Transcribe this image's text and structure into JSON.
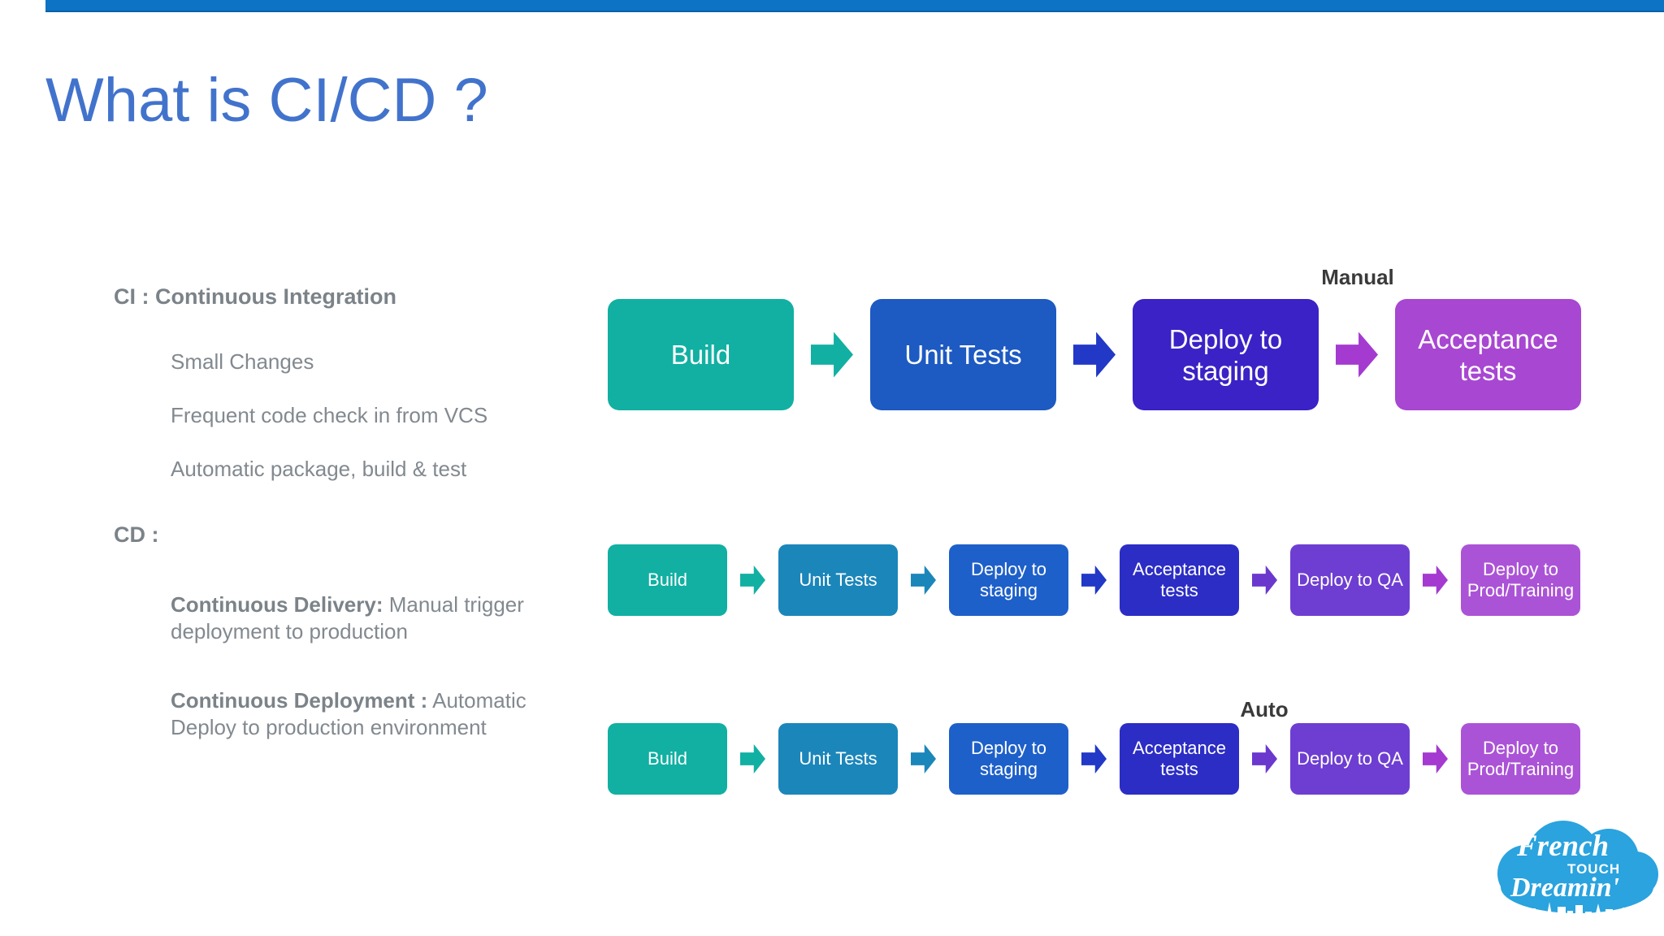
{
  "slide": {
    "title": "What is CI/CD ?"
  },
  "colors": {
    "top_bar": "#0d73c5",
    "title_text": "#4273cc",
    "body_text": "#82898f",
    "flow_label_text": "#3a3a3a",
    "teal": "#11b0a2",
    "royal_blue": "#1d5ac2",
    "arrow_dark_blue": "#2238c6",
    "indigo": "#3a22c6",
    "orchid": "#a847d2",
    "purple_arrow": "#a43ad0",
    "steel_blue": "#1b86ba",
    "bright_blue": "#1e60c9",
    "deep_indigo": "#2c2dc5",
    "violet_arrow": "#6b38ce",
    "violet": "#6e3ed2",
    "light_orchid": "#ab53d6",
    "logo_blue": "#2aa3de"
  },
  "left_panel": {
    "ci_heading": "CI : Continuous Integration",
    "ci_points": [
      "Small Changes",
      "Frequent code check in from VCS",
      "Automatic package, build & test"
    ],
    "cd_heading": "CD :",
    "cd_points": [
      {
        "bold": "Continuous Delivery:",
        "rest": " Manual trigger deployment to production"
      },
      {
        "bold": "Continuous Deployment :",
        "rest": " Automatic Deploy to production environment"
      }
    ]
  },
  "flow_labels": {
    "manual": "Manual",
    "auto": "Auto"
  },
  "rows": {
    "row1": {
      "steps": [
        {
          "label": "Build",
          "color": "#11b0a2"
        },
        {
          "label": "Unit Tests",
          "color": "#1d5ac2"
        },
        {
          "label": "Deploy to staging",
          "color": "#3a22c6"
        },
        {
          "label": "Acceptance tests",
          "color": "#a847d2"
        }
      ],
      "arrows": [
        "#11b0a2",
        "#2238c6",
        "#a43ad0"
      ]
    },
    "row2": {
      "steps": [
        {
          "label": "Build",
          "color": "#11b0a2"
        },
        {
          "label": "Unit Tests",
          "color": "#1b86ba"
        },
        {
          "label": "Deploy to staging",
          "color": "#1e60c9"
        },
        {
          "label": "Acceptance tests",
          "color": "#2c2dc5"
        },
        {
          "label": "Deploy to QA",
          "color": "#6e3ed2"
        },
        {
          "label": "Deploy to Prod/Training",
          "color": "#ab53d6"
        }
      ],
      "arrows": [
        "#11b0a2",
        "#1b86ba",
        "#2238c6",
        "#6b38ce",
        "#a43ad0"
      ]
    },
    "row3": {
      "steps": [
        {
          "label": "Build",
          "color": "#11b0a2"
        },
        {
          "label": "Unit Tests",
          "color": "#1b86ba"
        },
        {
          "label": "Deploy to staging",
          "color": "#1e60c9"
        },
        {
          "label": "Acceptance tests",
          "color": "#2c2dc5"
        },
        {
          "label": "Deploy to QA",
          "color": "#6e3ed2"
        },
        {
          "label": "Deploy to Prod/Training",
          "color": "#ab53d6"
        }
      ],
      "arrows": [
        "#11b0a2",
        "#1b86ba",
        "#2238c6",
        "#6b38ce",
        "#a43ad0"
      ]
    }
  },
  "logo": {
    "line1": "French",
    "line2": "TOUCH",
    "line3": "Dreamin'"
  }
}
